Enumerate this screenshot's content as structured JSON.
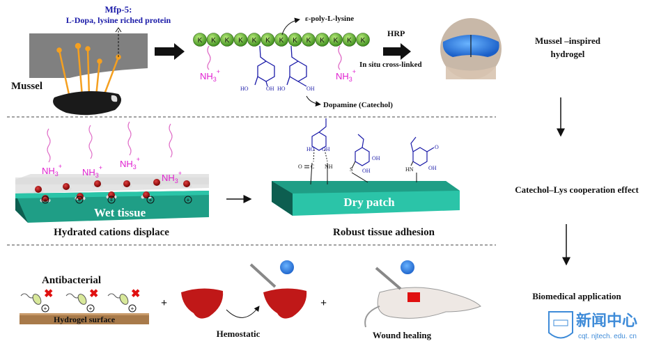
{
  "panel1": {
    "mfp_title": "Mfp-5:",
    "mfp_desc": "L-Dopa, lysine riched protein",
    "mussel_label": "Mussel",
    "lysine_unit": "K",
    "lysine_count": 13,
    "polylysine_label": "ε-poly-L-lysine",
    "dopamine_label": "Dopamine (Catechol)",
    "amine": "NH",
    "amine_sub": "3",
    "amine_charge": "+",
    "hydroxyl_left": "HO",
    "hydroxyl_right": "OH",
    "enzyme_label": "HRP",
    "crosslink_label": "In situ cross-linked"
  },
  "panel2": {
    "wet_tissue": "Wet tissue",
    "dry_patch": "Dry patch",
    "left_caption": "Hydrated cations displace",
    "right_caption": "Robust tissue adhesion",
    "cation_symbol": "+",
    "chem_labels": [
      "HO",
      "OH",
      "O",
      "C",
      "NH",
      "S",
      "OH",
      "OH",
      "HN",
      "O",
      "OH"
    ]
  },
  "panel3": {
    "antibacterial": "Antibacterial",
    "hydrogel_surface": "Hydrogel surface",
    "plus": "+",
    "hemostatic": "Hemostatic",
    "wound_healing": "Wound healing"
  },
  "right_column": {
    "hydrogel_line1": "Mussel –inspired",
    "hydrogel_line2": "hydrogel",
    "cooperation": "Catechol–Lys cooperation effect",
    "biomedical": "Biomedical application"
  },
  "watermark": {
    "cn_text": "新闻中心",
    "url": "cqt. njtech. edu. cn"
  },
  "colors": {
    "tissue": "#1f9e86",
    "tissue_top": "#2bc4a8",
    "bead": "#6cbf3a",
    "chem_blue": "#1a1aa8",
    "amine_magenta": "#e020d0",
    "watermark_blue": "#2a7fd4"
  }
}
